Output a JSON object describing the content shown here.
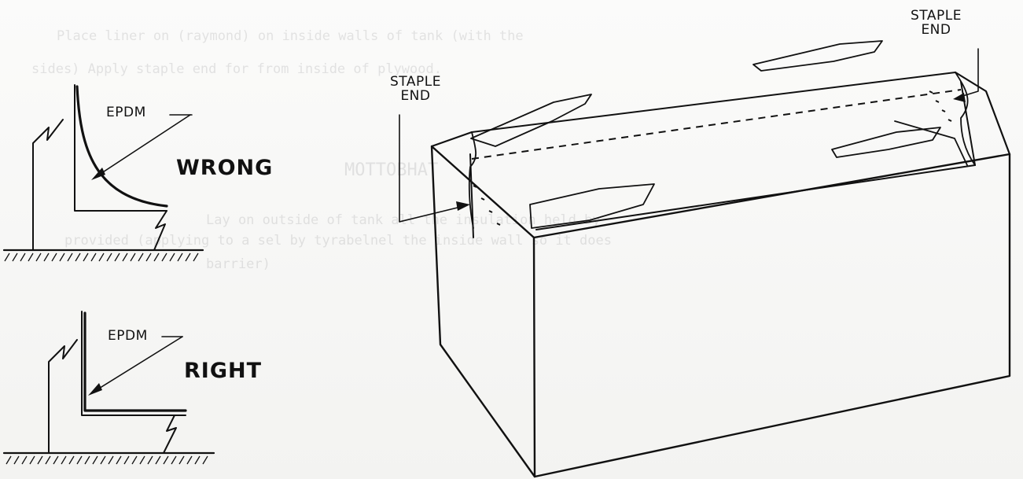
{
  "wrong_panel": {
    "material_label": "EPDM",
    "verdict_label": "WRONG"
  },
  "right_panel": {
    "material_label": "EPDM",
    "verdict_label": "RIGHT"
  },
  "tank": {
    "left_callout": {
      "line1": "STAPLE",
      "line2": "END"
    },
    "right_callout": {
      "line1": "STAPLE",
      "line2": "END"
    }
  },
  "show_through_text": {
    "line1": "Place liner on (raymond) on inside walls of tank (with the",
    "line2": "sides) Apply staple end for from inside of plywood.",
    "line3": "MOTTOBHAT",
    "line4": "Lay on outside of tank all the insulation held by",
    "line5": "provided (applying to a sel by tyrabelnel the inside wall so it does",
    "line6": "barrier)"
  },
  "colors": {
    "ink": "#111111",
    "paper": "#f7f7f5",
    "show_through": "#3c3c46"
  }
}
